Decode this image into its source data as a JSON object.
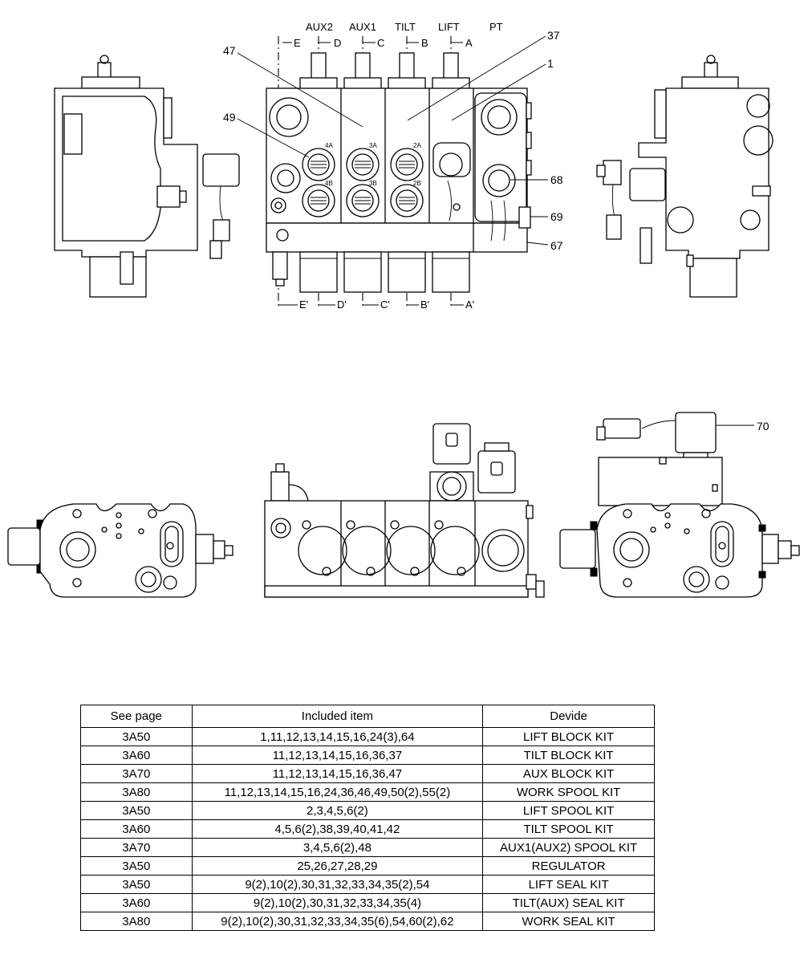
{
  "section_labels": [
    "AUX2",
    "AUX1",
    "TILT",
    "LIFT",
    "PT"
  ],
  "section_letters_top": [
    "E",
    "D",
    "C",
    "B",
    "A"
  ],
  "section_letters_bottom": [
    "E'",
    "D'",
    "C'",
    "B'",
    "A'"
  ],
  "callouts": [
    "47",
    "49",
    "37",
    "1",
    "68",
    "69",
    "67",
    "70"
  ],
  "port_labels": [
    "4A",
    "3A",
    "2A",
    "4B",
    "3B",
    "2B"
  ],
  "table": {
    "headers": [
      "See page",
      "Included item",
      "Devide"
    ],
    "rows": [
      [
        "3A50",
        "1,11,12,13,14,15,16,24(3),64",
        "LIFT BLOCK KIT"
      ],
      [
        "3A60",
        "11,12,13,14,15,16,36,37",
        "TILT BLOCK KIT"
      ],
      [
        "3A70",
        "11,12,13,14,15,16,36,47",
        "AUX BLOCK KIT"
      ],
      [
        "3A80",
        "11,12,13,14,15,16,24,36,46,49,50(2),55(2)",
        "WORK SPOOL KIT"
      ],
      [
        "3A50",
        "2,3,4,5,6(2)",
        "LIFT SPOOL KIT"
      ],
      [
        "3A60",
        "4,5,6(2),38,39,40,41,42",
        "TILT SPOOL KIT"
      ],
      [
        "3A70",
        "3,4,5,6(2),48",
        "AUX1(AUX2) SPOOL KIT"
      ],
      [
        "3A50",
        "25,26,27,28,29",
        "REGULATOR"
      ],
      [
        "3A50",
        "9(2),10(2),30,31,32,33,34,35(2),54",
        "LIFT SEAL KIT"
      ],
      [
        "3A60",
        "9(2),10(2),30,31,32,33,34,35(4)",
        "TILT(AUX) SEAL KIT"
      ],
      [
        "3A80",
        "9(2),10(2),30,31,32,33,34,35(6),54,60(2),62",
        "WORK SEAL KIT"
      ]
    ]
  }
}
